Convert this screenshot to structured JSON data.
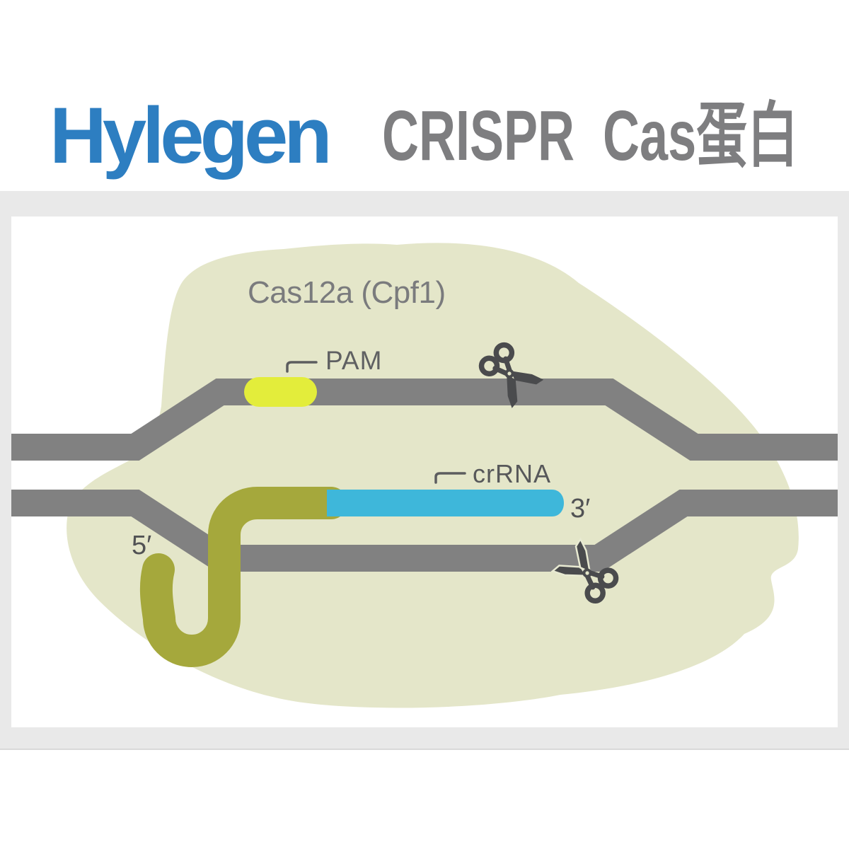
{
  "header": {
    "logo_text": "Hylegen",
    "title": "CRISPR  Cas蛋白"
  },
  "diagram": {
    "protein_label": "Cas12a (Cpf1)",
    "labels": {
      "pam": "PAM",
      "crrna": "crRNA",
      "three_prime": "3′",
      "five_prime": "5′"
    },
    "colors": {
      "logo_blue": "#2d7ec1",
      "title_gray": "#7e7e80",
      "protein_blob": "#e4e6c9",
      "dna_strand_gray": "#818181",
      "pam_site_yellow": "#e3ed3b",
      "crrna_guide_blue": "#3eb7da",
      "crrna_loop_olive": "#a5a83c",
      "scissors_dark": "#4a4b4d",
      "card_frame_gray": "#e9e9e9"
    }
  }
}
